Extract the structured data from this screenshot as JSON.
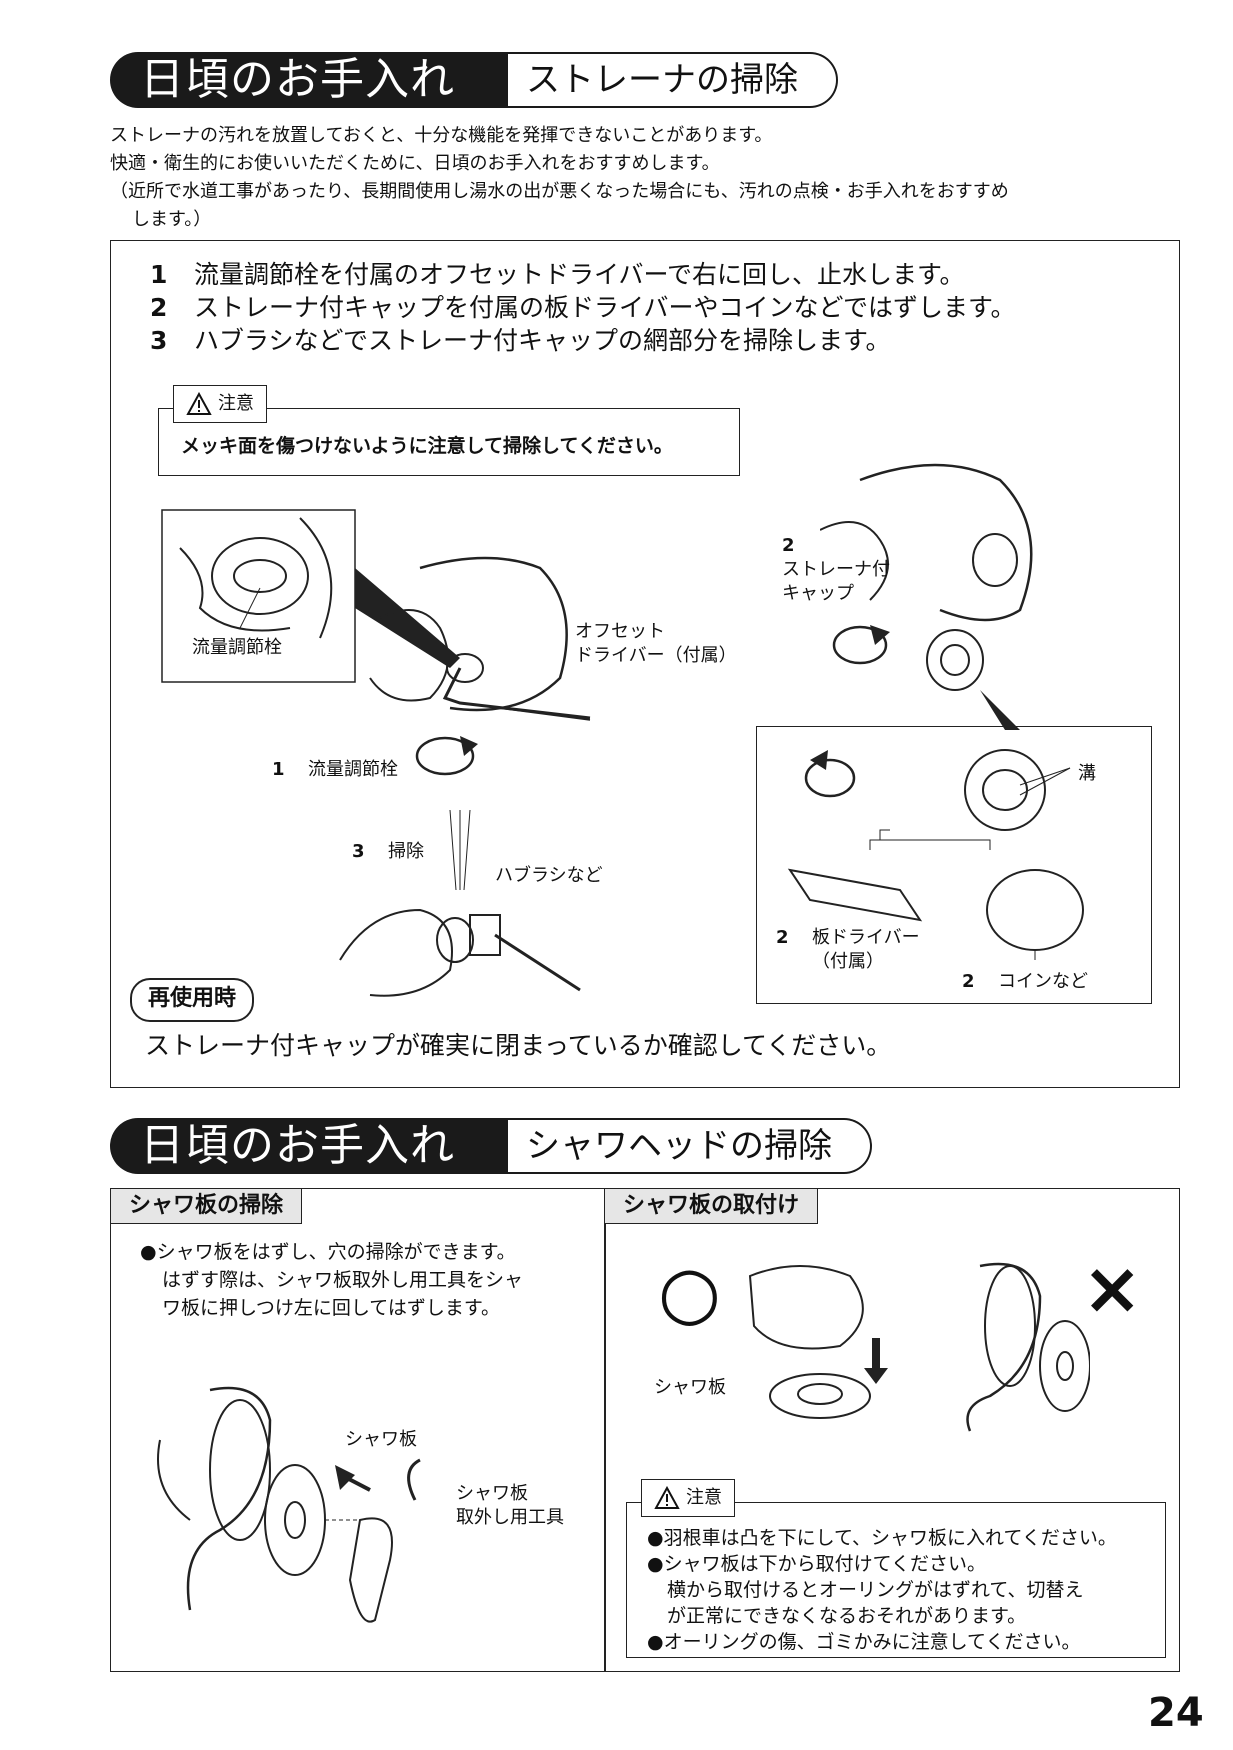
{
  "section1": {
    "title_black": "日頃のお手入れ",
    "title_white": "ストレーナの掃除",
    "intro": [
      "ストレーナの汚れを放置しておくと、十分な機能を発揮できないことがあります。",
      "快適・衛生的にお使いいただくために、日頃のお手入れをおすすめします。",
      "（近所で水道工事があったり、長期間使用し湯水の出が悪くなった場合にも、汚れの点検・お手入れをおすすめ",
      "します。）"
    ],
    "steps": [
      {
        "num": "1",
        "text": "流量調節栓を付属のオフセットドライバーで右に回し、止水します。"
      },
      {
        "num": "2",
        "text": "ストレーナ付キャップを付属の板ドライバーやコインなどではずします。"
      },
      {
        "num": "3",
        "text": "ハブラシなどでストレーナ付キャップの網部分を掃除します。"
      }
    ],
    "caution_label": "注意",
    "caution_text": "メッキ面を傷つけないように注意して掃除してください。",
    "labels": {
      "flow_valve": "流量調節栓",
      "offset_driver_1": "オフセット",
      "offset_driver_2": "ドライバー（付属）",
      "step1_num": "1",
      "step1_label": "流量調節栓",
      "step3_num": "3",
      "step3_label": "掃除",
      "toothbrush": "ハブラシなど",
      "cap_num": "2",
      "cap_1": "ストレーナ付",
      "cap_2": "キャップ",
      "groove": "溝",
      "plate_num": "2",
      "plate_1": "板ドライバー",
      "plate_2": "（付属）",
      "coin_num": "2",
      "coin": "コインなど"
    },
    "reuse_tag": "再使用時",
    "reuse_text": "ストレーナ付キャップが確実に閉まっているか確認してください。"
  },
  "section2": {
    "title_black": "日頃のお手入れ",
    "title_white": "シャワヘッドの掃除",
    "left_tab": "シャワ板の掃除",
    "left_text": [
      "●シャワ板をはずし、穴の掃除ができます。",
      "はずす際は、シャワ板取外し用工具をシャ",
      "ワ板に押しつけ左に回してはずします。"
    ],
    "left_labels": {
      "shower_plate": "シャワ板",
      "tool_1": "シャワ板",
      "tool_2": "取外し用工具"
    },
    "right_tab": "シャワ板の取付け",
    "right_labels": {
      "shower_plate": "シャワ板",
      "ok_mark": "○",
      "ng_mark": "×"
    },
    "caution_label": "注意",
    "caution_lines": [
      "●羽根車は凸を下にして、シャワ板に入れてください。",
      "●シャワ板は下から取付けてください。",
      "横から取付けるとオーリングがはずれて、切替え",
      "が正常にできなくなるおそれがあります。",
      "●オーリングの傷、ゴミかみに注意してください。"
    ]
  },
  "page_number": "24"
}
